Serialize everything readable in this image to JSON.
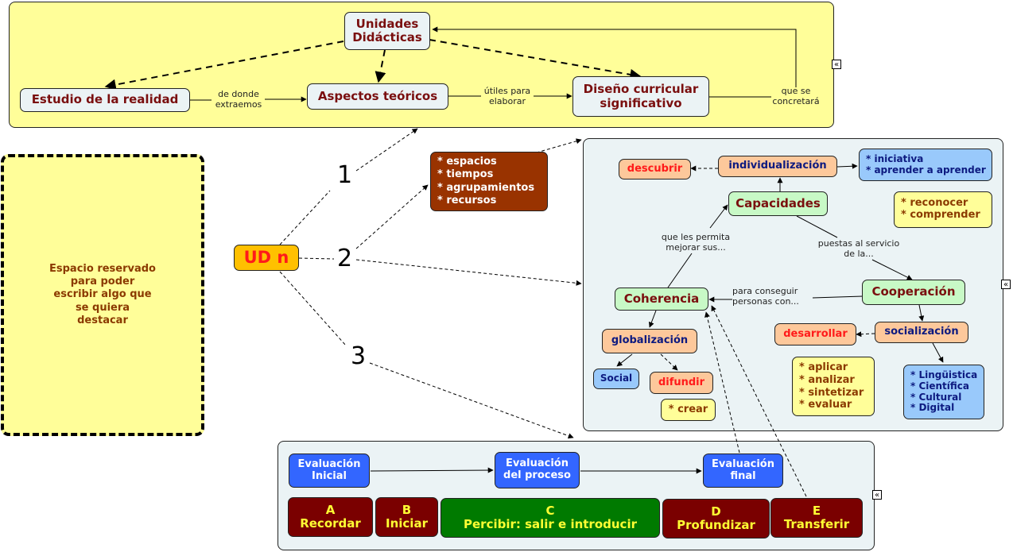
{
  "top_group": {
    "unidades": "Unidades\nDidácticas",
    "estudio": "Estudio de la realidad",
    "aspectos": "Aspectos teóricos",
    "diseno": "Diseño curricular\nsignificativo",
    "link_de_donde": "de donde\nextraemos",
    "link_utiles": "útiles para\nelaborar",
    "link_que_se": "que se\nconcretará"
  },
  "note_box": {
    "text": "Espacio reservado\npara poder\nescribir algo que\nse quiera\ndestacar"
  },
  "center": {
    "ud_label": "UD n",
    "branch_1": "1",
    "branch_2": "2",
    "branch_3": "3",
    "resources_list": "* espacios\n* tiempos\n* agrupamientos\n* recursos"
  },
  "capacities_group": {
    "descubrir": "descubrir",
    "individualizacion": "individualización",
    "iniciativa_list": "* iniciativa\n* aprender a aprender",
    "capacidades": "Capacidades",
    "reconocer_list": "* reconocer\n* comprender",
    "link_que_les": "que les permita\nmejorar sus...",
    "link_puestas": "puestas al servicio\nde la...",
    "link_para_conseguir": "para conseguir\npersonas con...",
    "coherencia": "Coherencia",
    "cooperacion": "Cooperación",
    "globalizacion": "globalización",
    "socializacion": "socialización",
    "desarrollar": "desarrollar",
    "social": "Social",
    "difundir": "difundir",
    "crear": "* crear",
    "aplicar_list": "* aplicar\n* analizar\n* sintetizar\n* evaluar",
    "competencias_list": "* Lingüistica\n* Científica\n* Cultural\n* Digital"
  },
  "evaluation_group": {
    "eval_inicial": "Evaluación\nInicial",
    "eval_proceso": "Evaluación\ndel proceso",
    "eval_final": "Evaluación\nfinal",
    "phases": [
      {
        "letter": "A",
        "label": "Recordar"
      },
      {
        "letter": "B",
        "label": "Iniciar"
      },
      {
        "letter": "C",
        "label": "Percibir: salir e introducir"
      },
      {
        "letter": "D",
        "label": "Profundizar"
      },
      {
        "letter": "E",
        "label": "Transferir"
      }
    ]
  },
  "collapse_icon": "«",
  "colors": {
    "group_yellow": "#fffe99",
    "group_grey": "#ebf3f5",
    "concept_text": "#7a0f0f",
    "orange_node": "#fdc89b",
    "blue_node": "#99c9fb",
    "eval_blue": "#3366ff",
    "phase_maroon": "#7a0000",
    "phase_green": "#007a00",
    "phase_text": "#ffff33",
    "resources_brown": "#993300",
    "ud_orange": "#ffc000",
    "ud_text": "#ff1a1a"
  }
}
